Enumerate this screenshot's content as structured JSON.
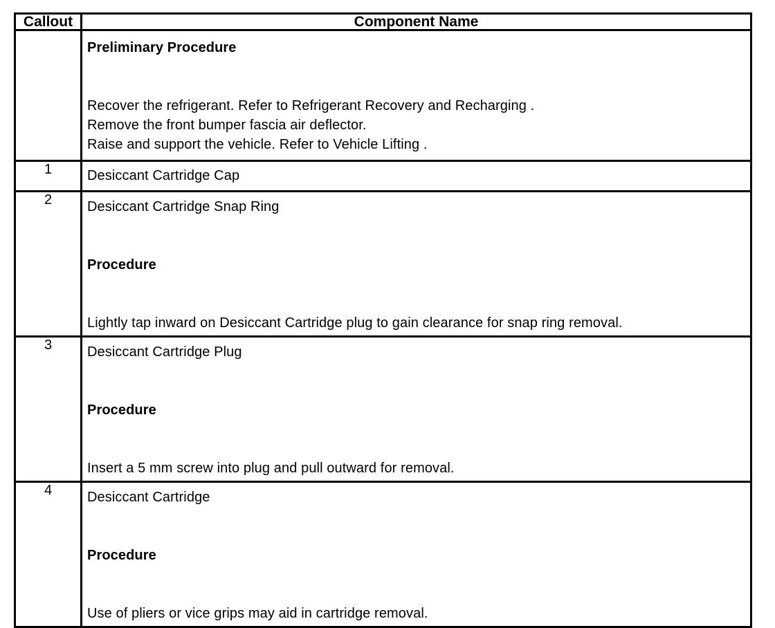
{
  "table": {
    "headers": {
      "callout": "Callout",
      "component_name": "Component Name"
    },
    "preliminary": {
      "callout": "",
      "heading": "Preliminary Procedure",
      "lines": [
        "Recover the refrigerant. Refer to Refrigerant Recovery and Recharging .",
        "Remove the front bumper fascia air deflector.",
        "Raise and support the vehicle. Refer to Vehicle Lifting ."
      ]
    },
    "rows": [
      {
        "callout": "1",
        "component": "Desiccant Cartridge Cap",
        "procedure_heading": "",
        "procedure_text": ""
      },
      {
        "callout": "2",
        "component": "Desiccant Cartridge Snap Ring",
        "procedure_heading": "Procedure",
        "procedure_text": "Lightly tap inward on Desiccant Cartridge plug to gain clearance for snap ring removal."
      },
      {
        "callout": "3",
        "component": "Desiccant Cartridge Plug",
        "procedure_heading": "Procedure",
        "procedure_text": "Insert a 5 mm screw into plug and pull outward for removal."
      },
      {
        "callout": "4",
        "component": "Desiccant Cartridge",
        "procedure_heading": "Procedure",
        "procedure_text": "Use of pliers or vice grips may aid in cartridge removal."
      }
    ]
  },
  "colors": {
    "border": "#000000",
    "text": "#000000",
    "background": "#ffffff"
  }
}
